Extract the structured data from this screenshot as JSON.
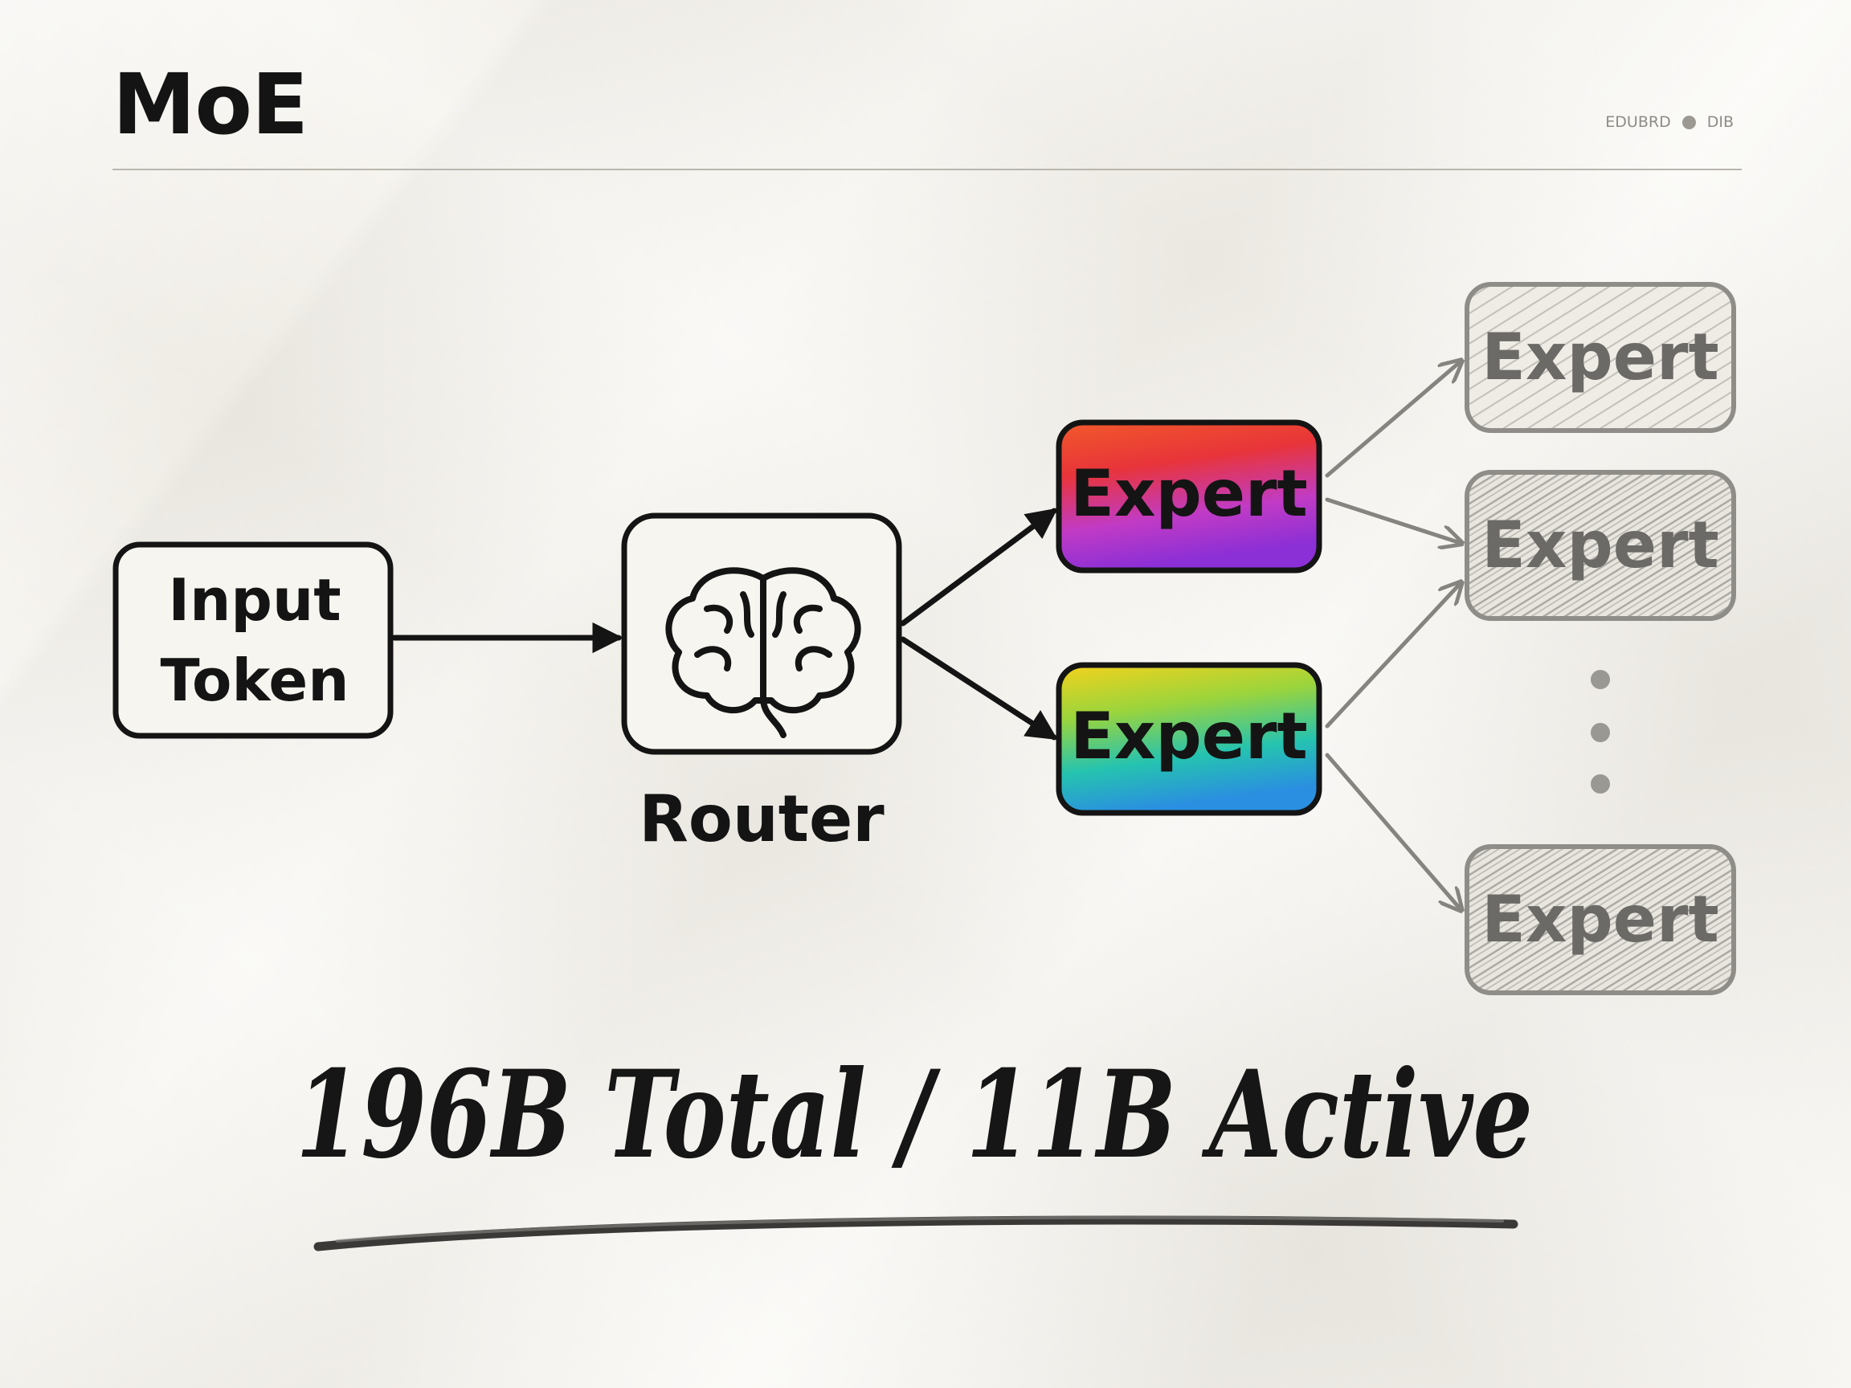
{
  "header": {
    "title": "MoE",
    "meta_text_left": "EDUBRD",
    "meta_text_right": "DIB"
  },
  "diagram": {
    "input": {
      "line1": "Input",
      "line2": "Token"
    },
    "router": {
      "label": "Router",
      "icon": "brain-icon"
    },
    "active_experts": [
      {
        "label": "Expert",
        "colors": [
          "#f1592a",
          "#e8343a",
          "#c13bc5",
          "#8b2fd6"
        ]
      },
      {
        "label": "Expert",
        "colors": [
          "#f4d21c",
          "#9bd43c",
          "#25c3b0",
          "#2a8fe0"
        ]
      }
    ],
    "inactive_experts": [
      {
        "label": "Expert"
      },
      {
        "label": "Expert"
      },
      {
        "label": "Expert"
      }
    ],
    "ellipsis_dots": 3
  },
  "summary": {
    "text": "196B Total / 11B Active"
  },
  "colors": {
    "ink": "#141414",
    "grey": "#8a8884",
    "paper": "#f4f1ea"
  }
}
